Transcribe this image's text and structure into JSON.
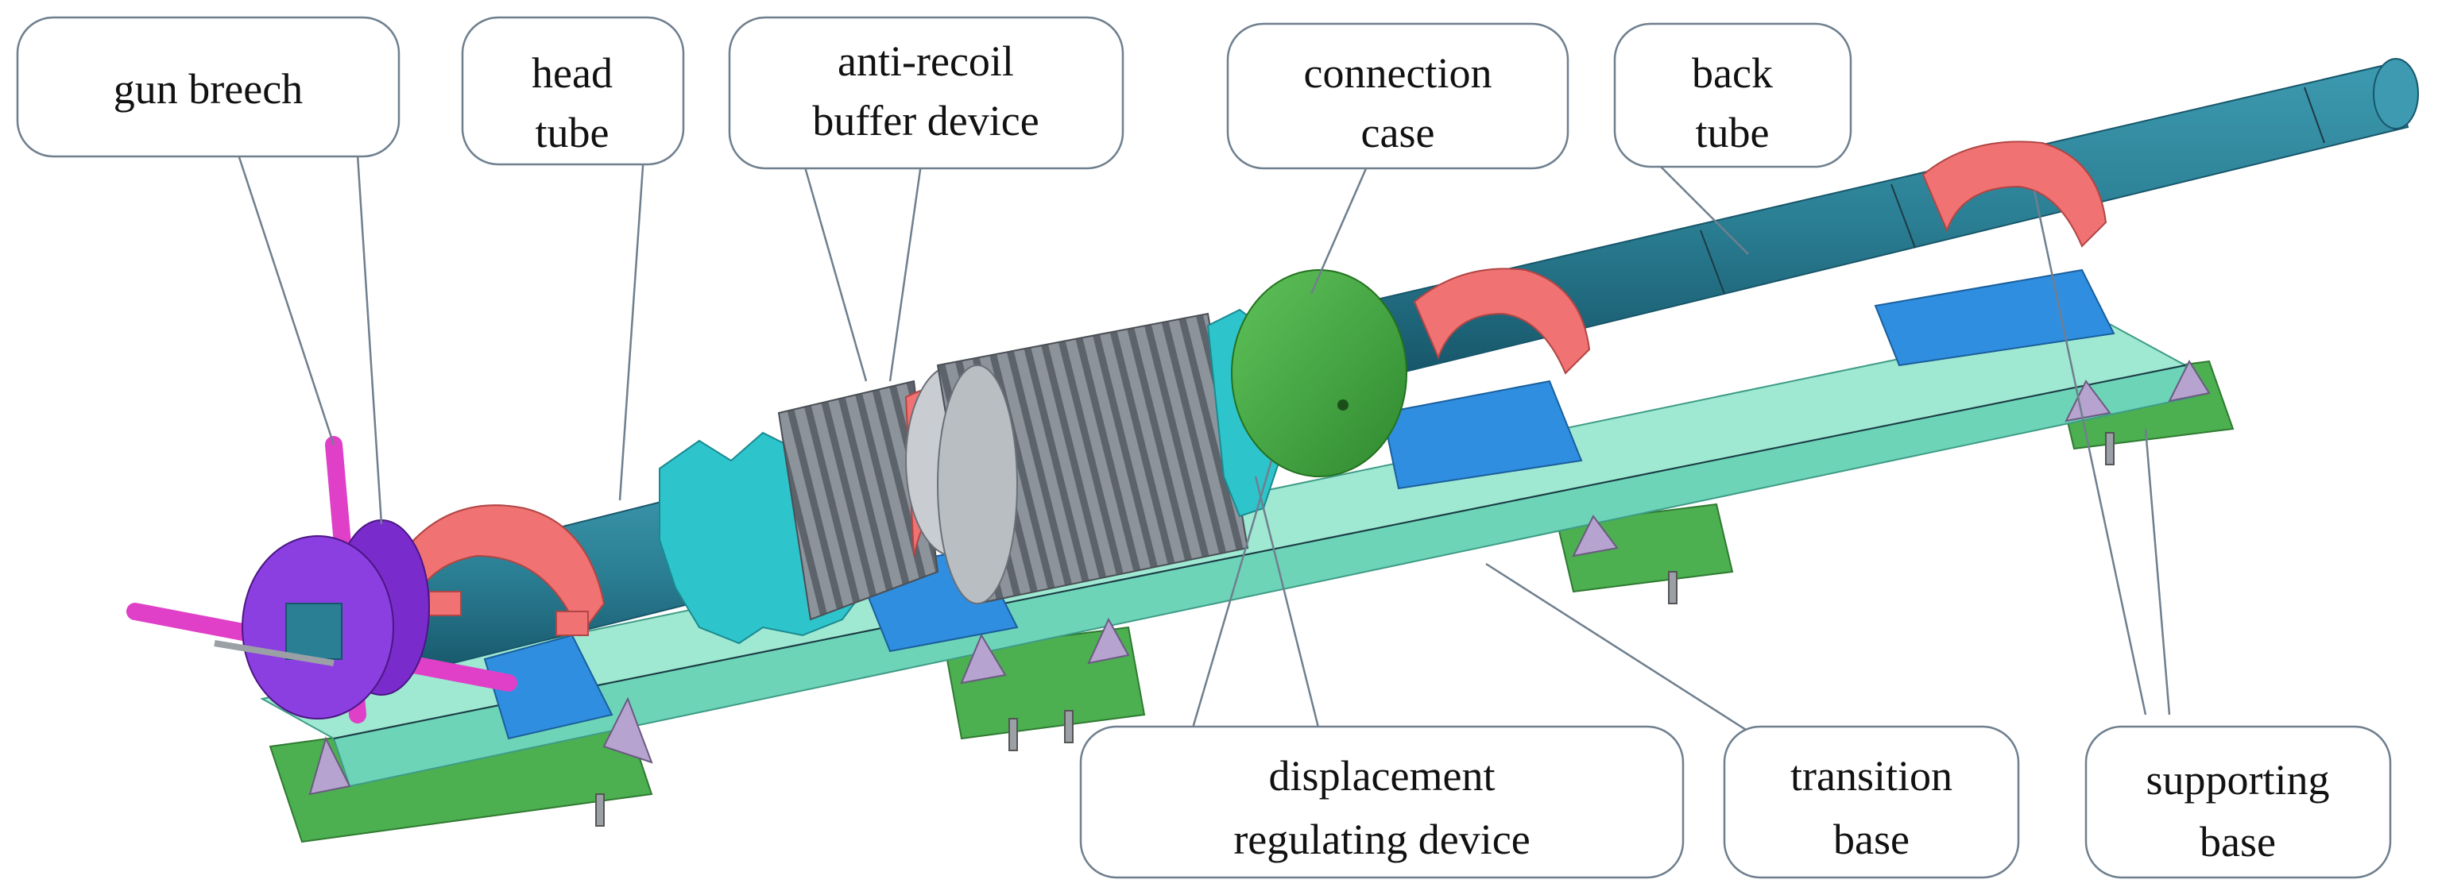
{
  "labels": {
    "gun_breech": [
      "gun breech"
    ],
    "head_tube": [
      "head",
      "tube"
    ],
    "anti_recoil": [
      "anti-recoil",
      "buffer device"
    ],
    "connection_case": [
      "connection",
      "case"
    ],
    "back_tube": [
      "back",
      "tube"
    ],
    "displacement": [
      "displacement",
      "regulating device"
    ],
    "transition_base": [
      "transition",
      "base"
    ],
    "supporting_base": [
      "supporting",
      "base"
    ]
  },
  "colors": {
    "tube": "#2b7f94",
    "tube_dark": "#1d5f72",
    "clamp": "#f07272",
    "support_blue": "#2f8ee0",
    "base_top": "#9fe8d2",
    "base_side": "#6ed4b8",
    "plate_green": "#4caf50",
    "gussets": "#b7a3cf",
    "breech_purple": "#8b3fe0",
    "handle_magenta": "#e040c8",
    "buffer_cyan": "#2ec4cc",
    "connection_green": "#3c9d3a",
    "coil": "#9aa0a6"
  }
}
